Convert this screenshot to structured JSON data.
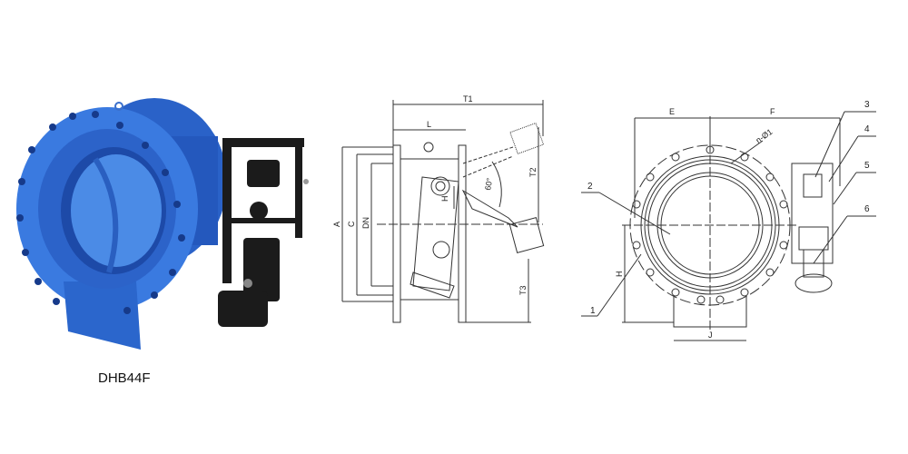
{
  "photo": {
    "caption": "DHB44F",
    "colors": {
      "body_blue": "#2f6fd6",
      "body_dark": "#1c4fb3",
      "body_light": "#5b95ea",
      "actuator_black": "#1a1a1a"
    }
  },
  "side_view": {
    "dimensions": {
      "T1": "T1",
      "L": "L",
      "A": "A",
      "C": "C",
      "DN": "DN",
      "T2": "T2",
      "T3": "T3",
      "H": "H",
      "angle": "60°"
    }
  },
  "front_view": {
    "dimensions": {
      "E": "E",
      "F": "F",
      "H": "H",
      "J": "J",
      "bolt_holes": "n-Ø1"
    },
    "callouts": [
      "1",
      "2",
      "3",
      "4",
      "5",
      "6"
    ]
  },
  "line_color": "#333333"
}
